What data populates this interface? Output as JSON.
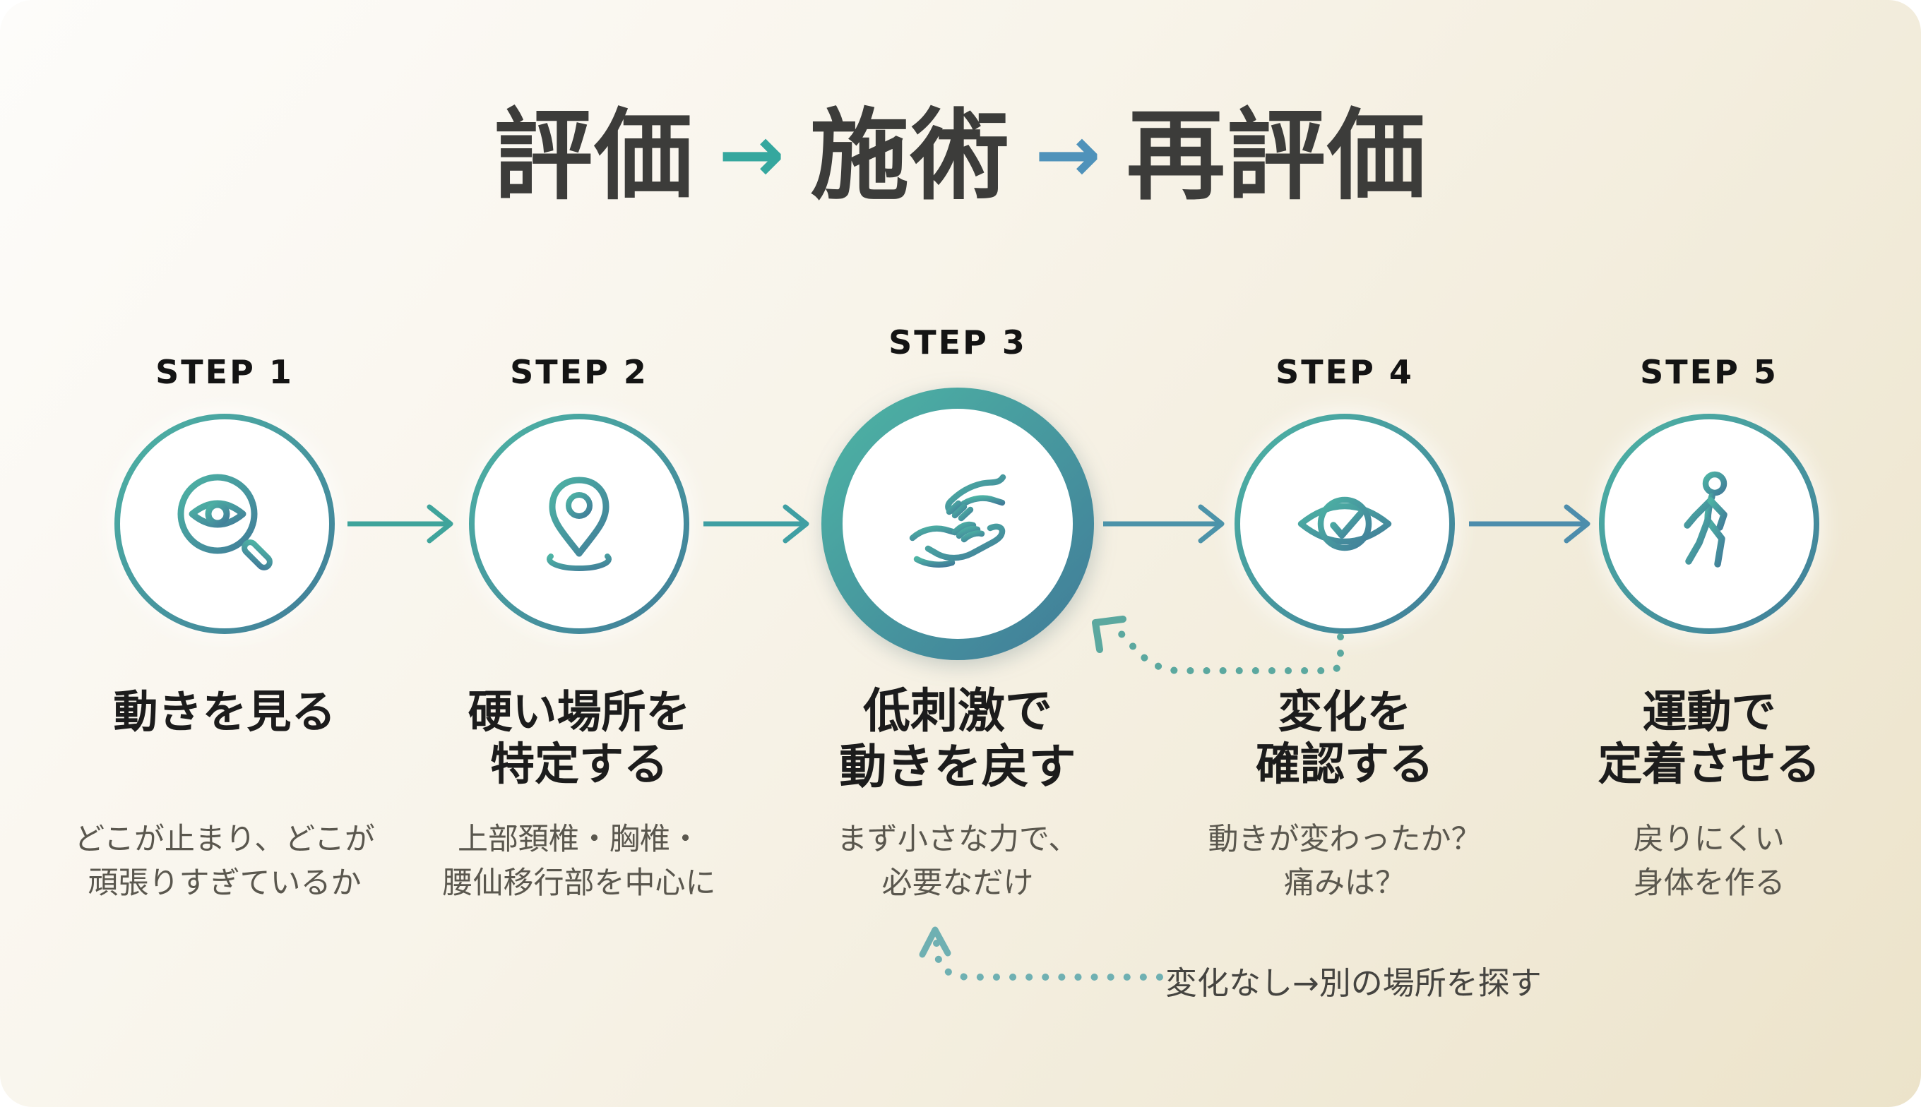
{
  "title": {
    "part1": "評価",
    "arrow1": "→",
    "part2": "施術",
    "arrow2": "→",
    "part3": "再評価"
  },
  "steps": [
    {
      "label": "STEP 1",
      "icon": "magnifier-eye-icon",
      "heading_lines": [
        "動きを見る"
      ],
      "description_lines": [
        "どこが止まり、どこが",
        "頑張りすぎているか"
      ]
    },
    {
      "label": "STEP 2",
      "icon": "location-pin-icon",
      "heading_lines": [
        "硬い場所を",
        "特定する"
      ],
      "description_lines": [
        "上部頚椎・胸椎・",
        "腰仙移行部を中心に"
      ]
    },
    {
      "label": "STEP 3",
      "icon": "caring-hands-icon",
      "emphasized": true,
      "heading_lines": [
        "低刺激で",
        "動きを戻す"
      ],
      "description_lines": [
        "まず小さな力で、",
        "必要なだけ"
      ]
    },
    {
      "label": "STEP 4",
      "icon": "eye-check-icon",
      "heading_lines": [
        "変化を",
        "確認する"
      ],
      "description_lines": [
        "動きが変わったか？",
        "痛みは？"
      ]
    },
    {
      "label": "STEP 5",
      "icon": "walking-person-icon",
      "heading_lines": [
        "運動で",
        "定着させる"
      ],
      "description_lines": [
        "戻りにくい",
        "身体を作る"
      ]
    }
  ],
  "feedback": {
    "no_change_note": "変化なし→別の場所を探す"
  },
  "colors": {
    "teal": "#43a79d",
    "slate": "#4a7f99",
    "title_arrow1": "#35a79e",
    "title_arrow2": "#4f92ba",
    "connector_arrow": "#45a09e",
    "dotted_arrow_upper": "#5ba89f",
    "dotted_arrow_lower": "#6fb0b2",
    "heading_text": "#1c1c1c",
    "description_text": "#5a574e",
    "step_label_text": "#141414",
    "background_start": "#fdfcfa",
    "background_end": "#ece3ca"
  }
}
